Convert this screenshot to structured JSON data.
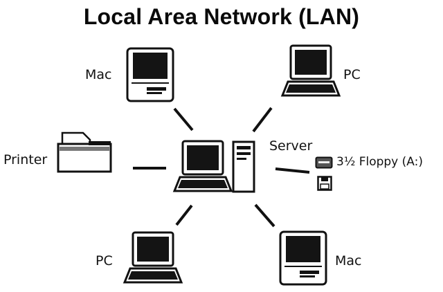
{
  "title": "Local Area Network (LAN)",
  "nodes": {
    "mac_top": "Mac",
    "pc_top": "PC",
    "printer": "Printer",
    "server": "Server",
    "floppy": "3½ Floppy (A:)",
    "pc_bottom": "PC",
    "mac_bottom": "Mac"
  },
  "icons": {
    "mac_top": "mac-computer-icon",
    "pc_top": "laptop-icon",
    "printer": "printer-icon",
    "server_laptop": "laptop-icon",
    "server_tower": "server-tower-icon",
    "floppy_drive": "floppy-drive-icon",
    "floppy_disk": "floppy-disk-icon",
    "pc_bottom": "laptop-icon",
    "mac_bottom": "mac-computer-icon"
  },
  "colors": {
    "ink": "#111111",
    "screen": "#141414",
    "background": "#ffffff"
  }
}
